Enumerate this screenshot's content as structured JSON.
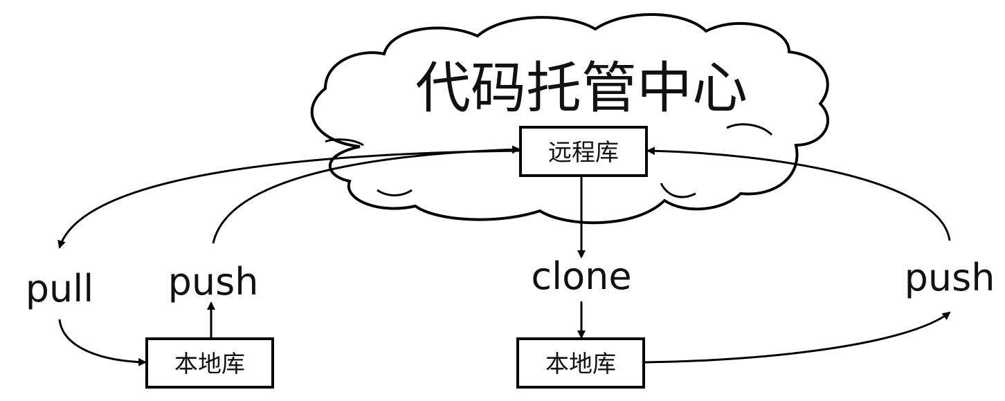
{
  "cloud": {
    "title": "代码托管中心"
  },
  "remote_repo": {
    "label": "远程库"
  },
  "left": {
    "local_repo": {
      "label": "本地库"
    },
    "pull_label": "pull",
    "push_label": "push"
  },
  "right": {
    "local_repo": {
      "label": "本地库"
    },
    "clone_label": "clone",
    "push_label": "push"
  }
}
